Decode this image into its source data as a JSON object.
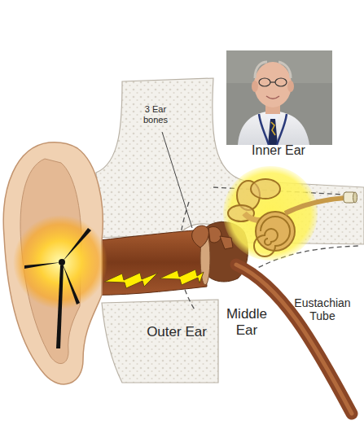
{
  "diagram": {
    "labels": [
      "3 Ear bones",
      "Inner Ear",
      "Eustachian Tube",
      "Middle Ear",
      "Outer Ear"
    ]
  }
}
